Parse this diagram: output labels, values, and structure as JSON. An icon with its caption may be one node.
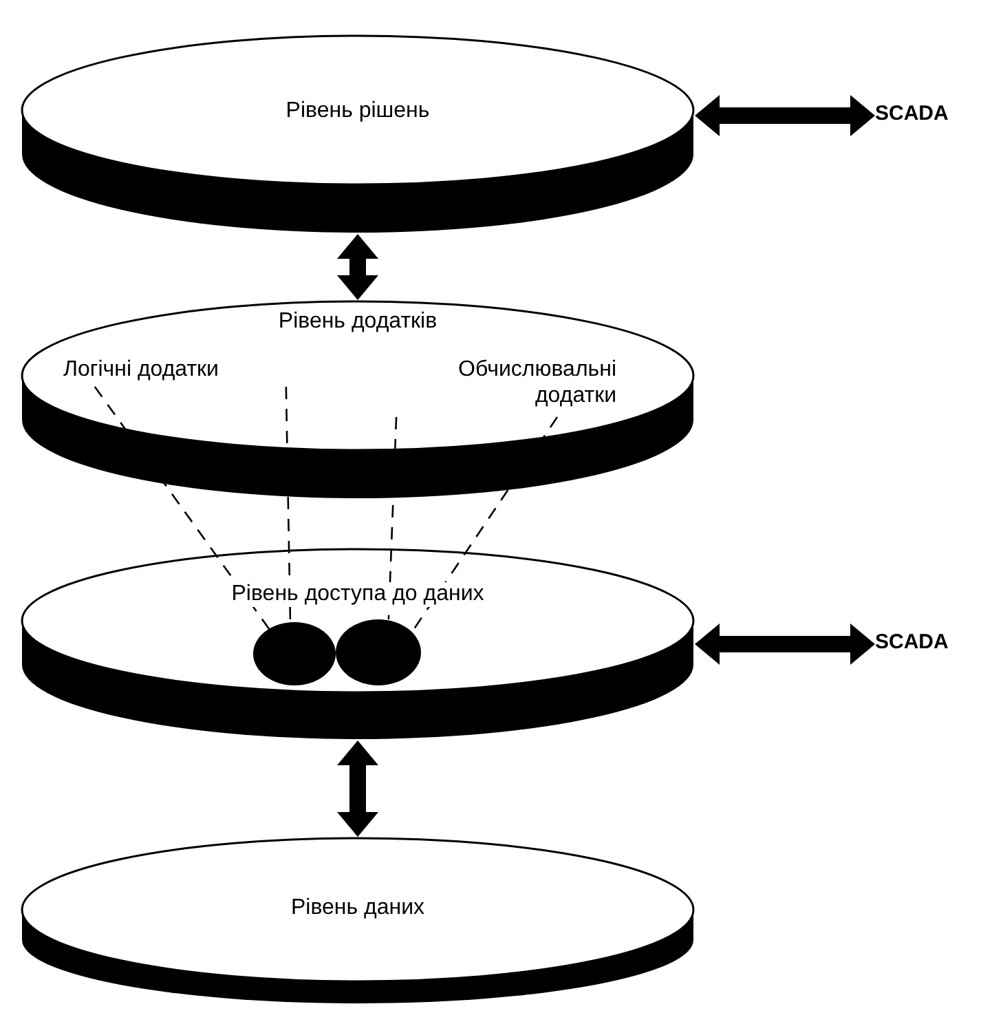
{
  "diagram": {
    "nodes": [
      {
        "text": [
          "Рівень рішень"
        ]
      },
      {
        "text": [
          "SCADA"
        ]
      },
      {
        "text": [
          "Рівень додатків"
        ]
      },
      {
        "text": [
          "Логічні додатки"
        ],
        "in": 2
      },
      {
        "text": [
          "Обчислювальні додатки"
        ],
        "in": 2
      },
      {
        "text": [
          "Рівень доступа до даних"
        ]
      },
      {
        "text": [
          "SCADA"
        ]
      },
      {
        "text": [],
        "shape": "circle",
        "in": 5
      },
      {
        "text": [],
        "shape": "circle",
        "in": 5
      },
      {
        "text": [
          "Рівень даних"
        ]
      }
    ],
    "edges": [
      {
        "from": 0,
        "to": 2,
        "arrow": "both",
        "style": "thick"
      },
      {
        "from": 0,
        "to": 1,
        "arrow": "both",
        "style": "thick"
      },
      {
        "from": 5,
        "to": 6,
        "arrow": "both",
        "style": "thick"
      },
      {
        "from": 5,
        "to": 9,
        "arrow": "both",
        "style": "thick"
      },
      {
        "from": 3,
        "to": 7,
        "arrow": "none",
        "style": "dashed"
      },
      {
        "from": 3,
        "to": 7,
        "arrow": "none",
        "style": "dashed"
      },
      {
        "from": 4,
        "to": 8,
        "arrow": "none",
        "style": "dashed"
      },
      {
        "from": 4,
        "to": 8,
        "arrow": "none",
        "style": "dashed"
      }
    ]
  }
}
